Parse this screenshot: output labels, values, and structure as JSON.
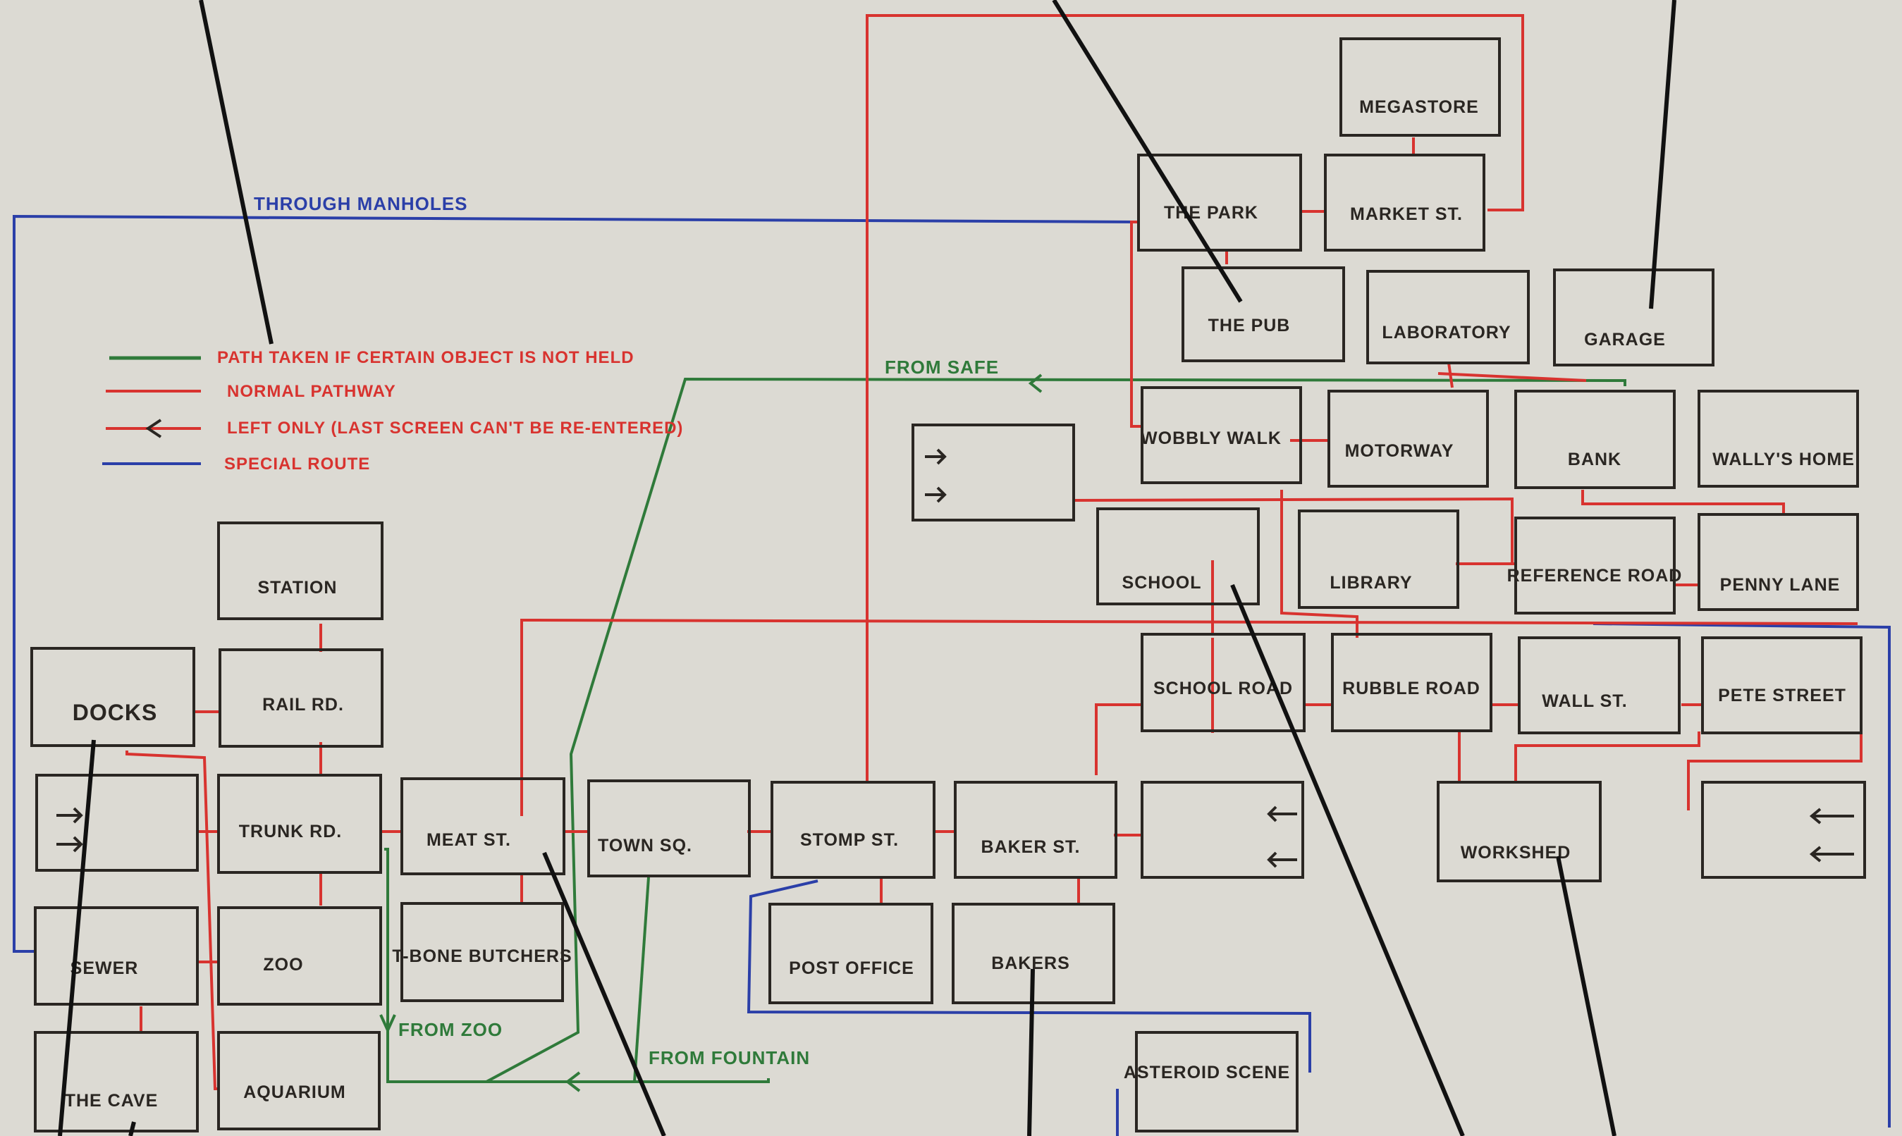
{
  "diagram": {
    "colors": {
      "box": "#2a2622",
      "normal": "#d8332f",
      "object_path": "#2f7a3a",
      "special": "#2b3fa8",
      "pointer": "#111111",
      "background": "#dcdad3"
    },
    "rooms": {
      "megastore": "MEGASTORE",
      "the_park": "THE PARK",
      "market_st": "MARKET ST.",
      "the_pub": "THE PUB",
      "laboratory": "LABORATORY",
      "garage": "GARAGE",
      "wobbly_walk": "WOBBLY WALK",
      "motorway": "MOTORWAY",
      "bank": "BANK",
      "wallys_home": "WALLY'S HOME",
      "school": "SCHOOL",
      "library": "LIBRARY",
      "reference_road": "REFERENCE ROAD",
      "penny_lane": "PENNY LANE",
      "school_road": "SCHOOL ROAD",
      "rubble_road": "RUBBLE ROAD",
      "wall_st": "WALL ST.",
      "pete_street": "PETE STREET",
      "station": "STATION",
      "docks": "DOCKS",
      "rail_rd": "RAIL RD.",
      "trunk_rd": "TRUNK RD.",
      "meat_st": "MEAT ST.",
      "town_sq": "TOWN SQ.",
      "stomp_st": "STOMP ST.",
      "baker_st": "BAKER ST.",
      "workshed": "WORKSHED",
      "t_bone_butchers": "T-BONE BUTCHERS",
      "post_office": "POST OFFICE",
      "bakers": "BAKERS",
      "sewer": "SEWER",
      "zoo": "ZOO",
      "the_cave": "THE CAVE",
      "aquarium": "AQUARIUM",
      "asteroid_scene": "ASTEROID SCENE"
    },
    "legend": {
      "object_path": "PATH TAKEN IF CERTAIN OBJECT IS NOT HELD",
      "normal": "NORMAL PATHWAY",
      "left_only": "LEFT ONLY (LAST SCREEN CAN'T BE RE-ENTERED)",
      "special": "SPECIAL ROUTE"
    },
    "notes": {
      "through_manholes": "THROUGH MANHOLES",
      "from_safe": "FROM SAFE",
      "from_zoo": "FROM ZOO",
      "from_fountain": "FROM FOUNTAIN"
    }
  }
}
